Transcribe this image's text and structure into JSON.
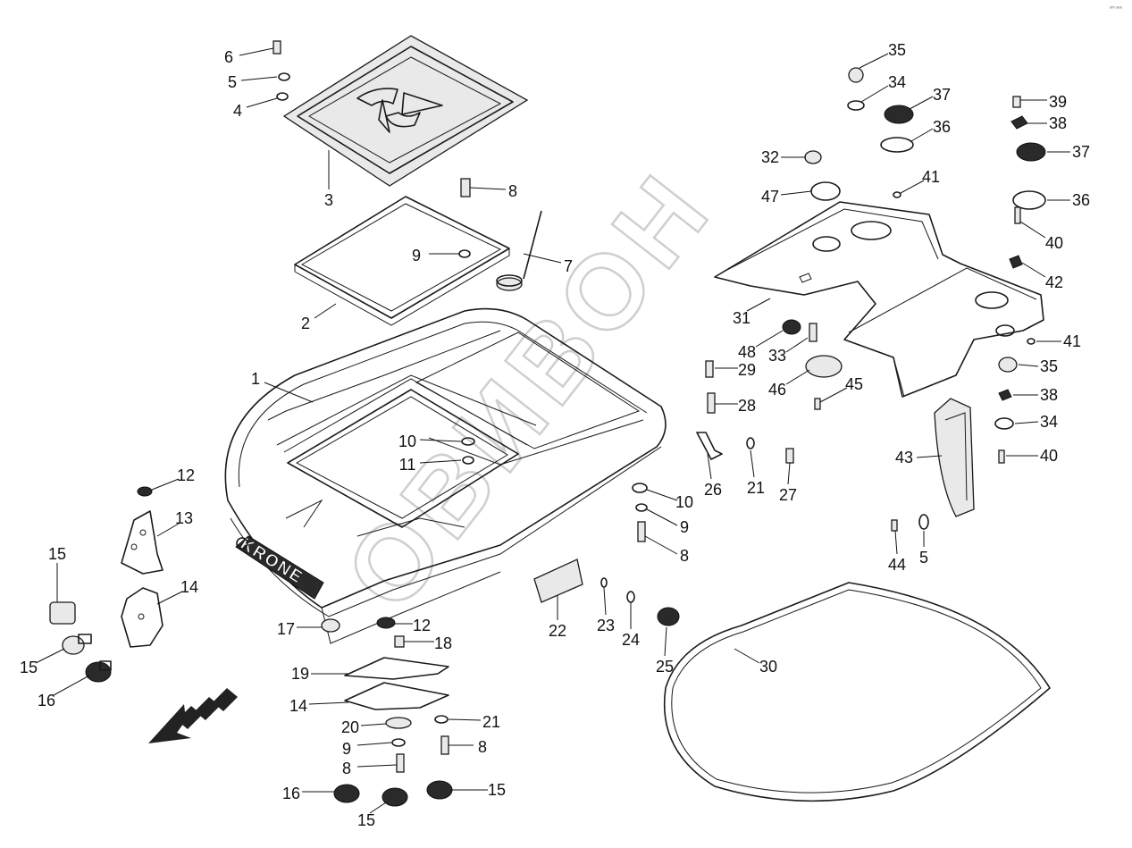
{
  "diagram": {
    "brand_text": "KRONE",
    "watermark_text": "ОВИВОН",
    "corner_text": "ᵒᵐ ˢᵒᵒ",
    "callouts": [
      {
        "label": "1"
      },
      {
        "label": "2"
      },
      {
        "label": "3"
      },
      {
        "label": "4"
      },
      {
        "label": "5"
      },
      {
        "label": "6"
      },
      {
        "label": "7"
      },
      {
        "label": "8"
      },
      {
        "label": "9"
      },
      {
        "label": "10"
      },
      {
        "label": "11"
      },
      {
        "label": "12"
      },
      {
        "label": "13"
      },
      {
        "label": "14"
      },
      {
        "label": "15"
      },
      {
        "label": "15"
      },
      {
        "label": "16"
      },
      {
        "label": "17"
      },
      {
        "label": "12"
      },
      {
        "label": "18"
      },
      {
        "label": "19"
      },
      {
        "label": "14"
      },
      {
        "label": "20"
      },
      {
        "label": "21"
      },
      {
        "label": "9"
      },
      {
        "label": "8"
      },
      {
        "label": "8"
      },
      {
        "label": "16"
      },
      {
        "label": "15"
      },
      {
        "label": "15"
      },
      {
        "label": "10"
      },
      {
        "label": "9"
      },
      {
        "label": "8"
      },
      {
        "label": "22"
      },
      {
        "label": "23"
      },
      {
        "label": "24"
      },
      {
        "label": "25"
      },
      {
        "label": "26"
      },
      {
        "label": "21"
      },
      {
        "label": "27"
      },
      {
        "label": "28"
      },
      {
        "label": "29"
      },
      {
        "label": "30"
      },
      {
        "label": "31"
      },
      {
        "label": "32"
      },
      {
        "label": "47"
      },
      {
        "label": "35"
      },
      {
        "label": "34"
      },
      {
        "label": "37"
      },
      {
        "label": "36"
      },
      {
        "label": "41"
      },
      {
        "label": "48"
      },
      {
        "label": "33"
      },
      {
        "label": "46"
      },
      {
        "label": "45"
      },
      {
        "label": "39"
      },
      {
        "label": "38"
      },
      {
        "label": "37"
      },
      {
        "label": "36"
      },
      {
        "label": "40"
      },
      {
        "label": "42"
      },
      {
        "label": "41"
      },
      {
        "label": "35"
      },
      {
        "label": "38"
      },
      {
        "label": "34"
      },
      {
        "label": "40"
      },
      {
        "label": "43"
      },
      {
        "label": "44"
      },
      {
        "label": "5"
      }
    ]
  }
}
